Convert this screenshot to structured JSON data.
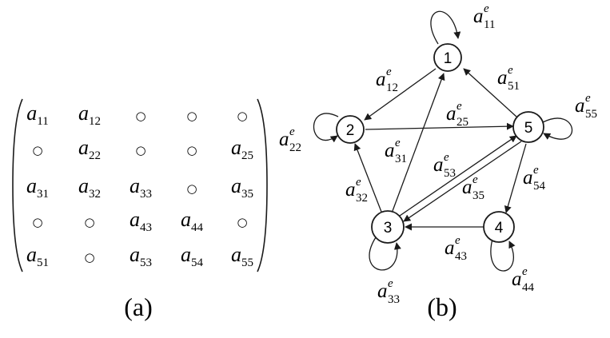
{
  "matrix": {
    "rows": [
      [
        {
          "base": "a",
          "sub": "11"
        },
        {
          "base": "a",
          "sub": "12"
        },
        {
          "sym": "○"
        },
        {
          "sym": "○"
        },
        {
          "sym": "○"
        }
      ],
      [
        {
          "sym": "○"
        },
        {
          "base": "a",
          "sub": "22"
        },
        {
          "sym": "○"
        },
        {
          "sym": "○"
        },
        {
          "base": "a",
          "sub": "25"
        }
      ],
      [
        {
          "base": "a",
          "sub": "31"
        },
        {
          "base": "a",
          "sub": "32"
        },
        {
          "base": "a",
          "sub": "33"
        },
        {
          "sym": "○"
        },
        {
          "base": "a",
          "sub": "35"
        }
      ],
      [
        {
          "sym": "○"
        },
        {
          "sym": "○"
        },
        {
          "base": "a",
          "sub": "43"
        },
        {
          "base": "a",
          "sub": "44"
        },
        {
          "sym": "○"
        }
      ],
      [
        {
          "base": "a",
          "sub": "51"
        },
        {
          "sym": "○"
        },
        {
          "base": "a",
          "sub": "53"
        },
        {
          "base": "a",
          "sub": "54"
        },
        {
          "base": "a",
          "sub": "55"
        }
      ]
    ]
  },
  "graph": {
    "nodes": [
      {
        "id": "1",
        "label": "1"
      },
      {
        "id": "2",
        "label": "2"
      },
      {
        "id": "3",
        "label": "3"
      },
      {
        "id": "4",
        "label": "4"
      },
      {
        "id": "5",
        "label": "5"
      }
    ],
    "edge_labels": [
      {
        "id": "l11",
        "base": "a",
        "sup": "e",
        "sub": "11"
      },
      {
        "id": "l12",
        "base": "a",
        "sup": "e",
        "sub": "12"
      },
      {
        "id": "l51",
        "base": "a",
        "sup": "e",
        "sub": "51"
      },
      {
        "id": "l22",
        "base": "a",
        "sup": "e",
        "sub": "22"
      },
      {
        "id": "l25",
        "base": "a",
        "sup": "e",
        "sub": "25"
      },
      {
        "id": "l55",
        "base": "a",
        "sup": "e",
        "sub": "55"
      },
      {
        "id": "l31",
        "base": "a",
        "sup": "e",
        "sub": "31"
      },
      {
        "id": "l53",
        "base": "a",
        "sup": "e",
        "sub": "53"
      },
      {
        "id": "l32",
        "base": "a",
        "sup": "e",
        "sub": "32"
      },
      {
        "id": "l35",
        "base": "a",
        "sup": "e",
        "sub": "35"
      },
      {
        "id": "l54",
        "base": "a",
        "sup": "e",
        "sub": "54"
      },
      {
        "id": "l43",
        "base": "a",
        "sup": "e",
        "sub": "43"
      },
      {
        "id": "l33",
        "base": "a",
        "sup": "e",
        "sub": "33"
      },
      {
        "id": "l44",
        "base": "a",
        "sup": "e",
        "sub": "44"
      }
    ]
  },
  "captions": {
    "a": "(a)",
    "b": "(b)"
  },
  "colors": {
    "ink": "#1a1a1a",
    "background": "#ffffff"
  }
}
